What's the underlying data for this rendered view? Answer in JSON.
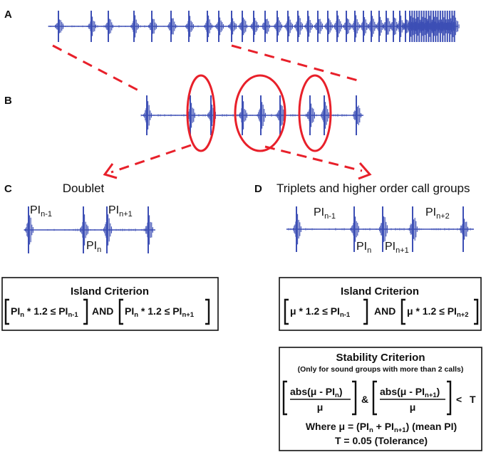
{
  "panels": {
    "a": {
      "letter": "A"
    },
    "b": {
      "letter": "B"
    },
    "c": {
      "letter": "C",
      "title": "Doublet",
      "pi_labels": [
        {
          "base": "PI",
          "sub": "n-1"
        },
        {
          "base": "PI",
          "sub": "n"
        },
        {
          "base": "PI",
          "sub": "n+1"
        }
      ]
    },
    "d": {
      "letter": "D",
      "title": "Triplets and higher order call groups",
      "pi_labels": [
        {
          "base": "PI",
          "sub": "n-1"
        },
        {
          "base": "PI",
          "sub": "n"
        },
        {
          "base": "PI",
          "sub": "n+1"
        },
        {
          "base": "PI",
          "sub": "n+2"
        }
      ]
    }
  },
  "island_c": {
    "heading": "Island Criterion",
    "left": {
      "pi": "PI",
      "pi_sub": "n",
      "op": " * 1.2 ≤ PI",
      "rhs_sub": "n-1"
    },
    "connector": "AND",
    "right": {
      "pi": "PI",
      "pi_sub": "n",
      "op": " * 1.2 ≤ PI",
      "rhs_sub": "n+1"
    }
  },
  "island_d": {
    "heading": "Island Criterion",
    "left": {
      "expr": "μ * 1.2 ≤ PI",
      "rhs_sub": "n-1"
    },
    "connector": "AND",
    "right": {
      "expr": "μ * 1.2 ≤ PI",
      "rhs_sub": "n+2"
    }
  },
  "stability": {
    "heading": "Stability Criterion",
    "note": "(Only for sound groups with more than 2 calls)",
    "frac1": {
      "num": "abs(μ - PI",
      "num_sub": "n",
      "num_end": ")",
      "den": "μ"
    },
    "amp": "&",
    "frac2": {
      "num": "abs(μ - PI",
      "num_sub": "n+1",
      "num_end": ")",
      "den": "μ"
    },
    "lt": "<",
    "threshold": "T",
    "where_prefix": "Where μ = (PI",
    "where_sub1": "n",
    "where_mid": " + PI",
    "where_sub2": "n+1",
    "where_end": ") (mean PI)",
    "tolerance": "T = 0.05 (Tolerance)"
  },
  "colors": {
    "trace": "#3d4fb5",
    "highlight": "#e8202a",
    "ink": "#111111"
  }
}
